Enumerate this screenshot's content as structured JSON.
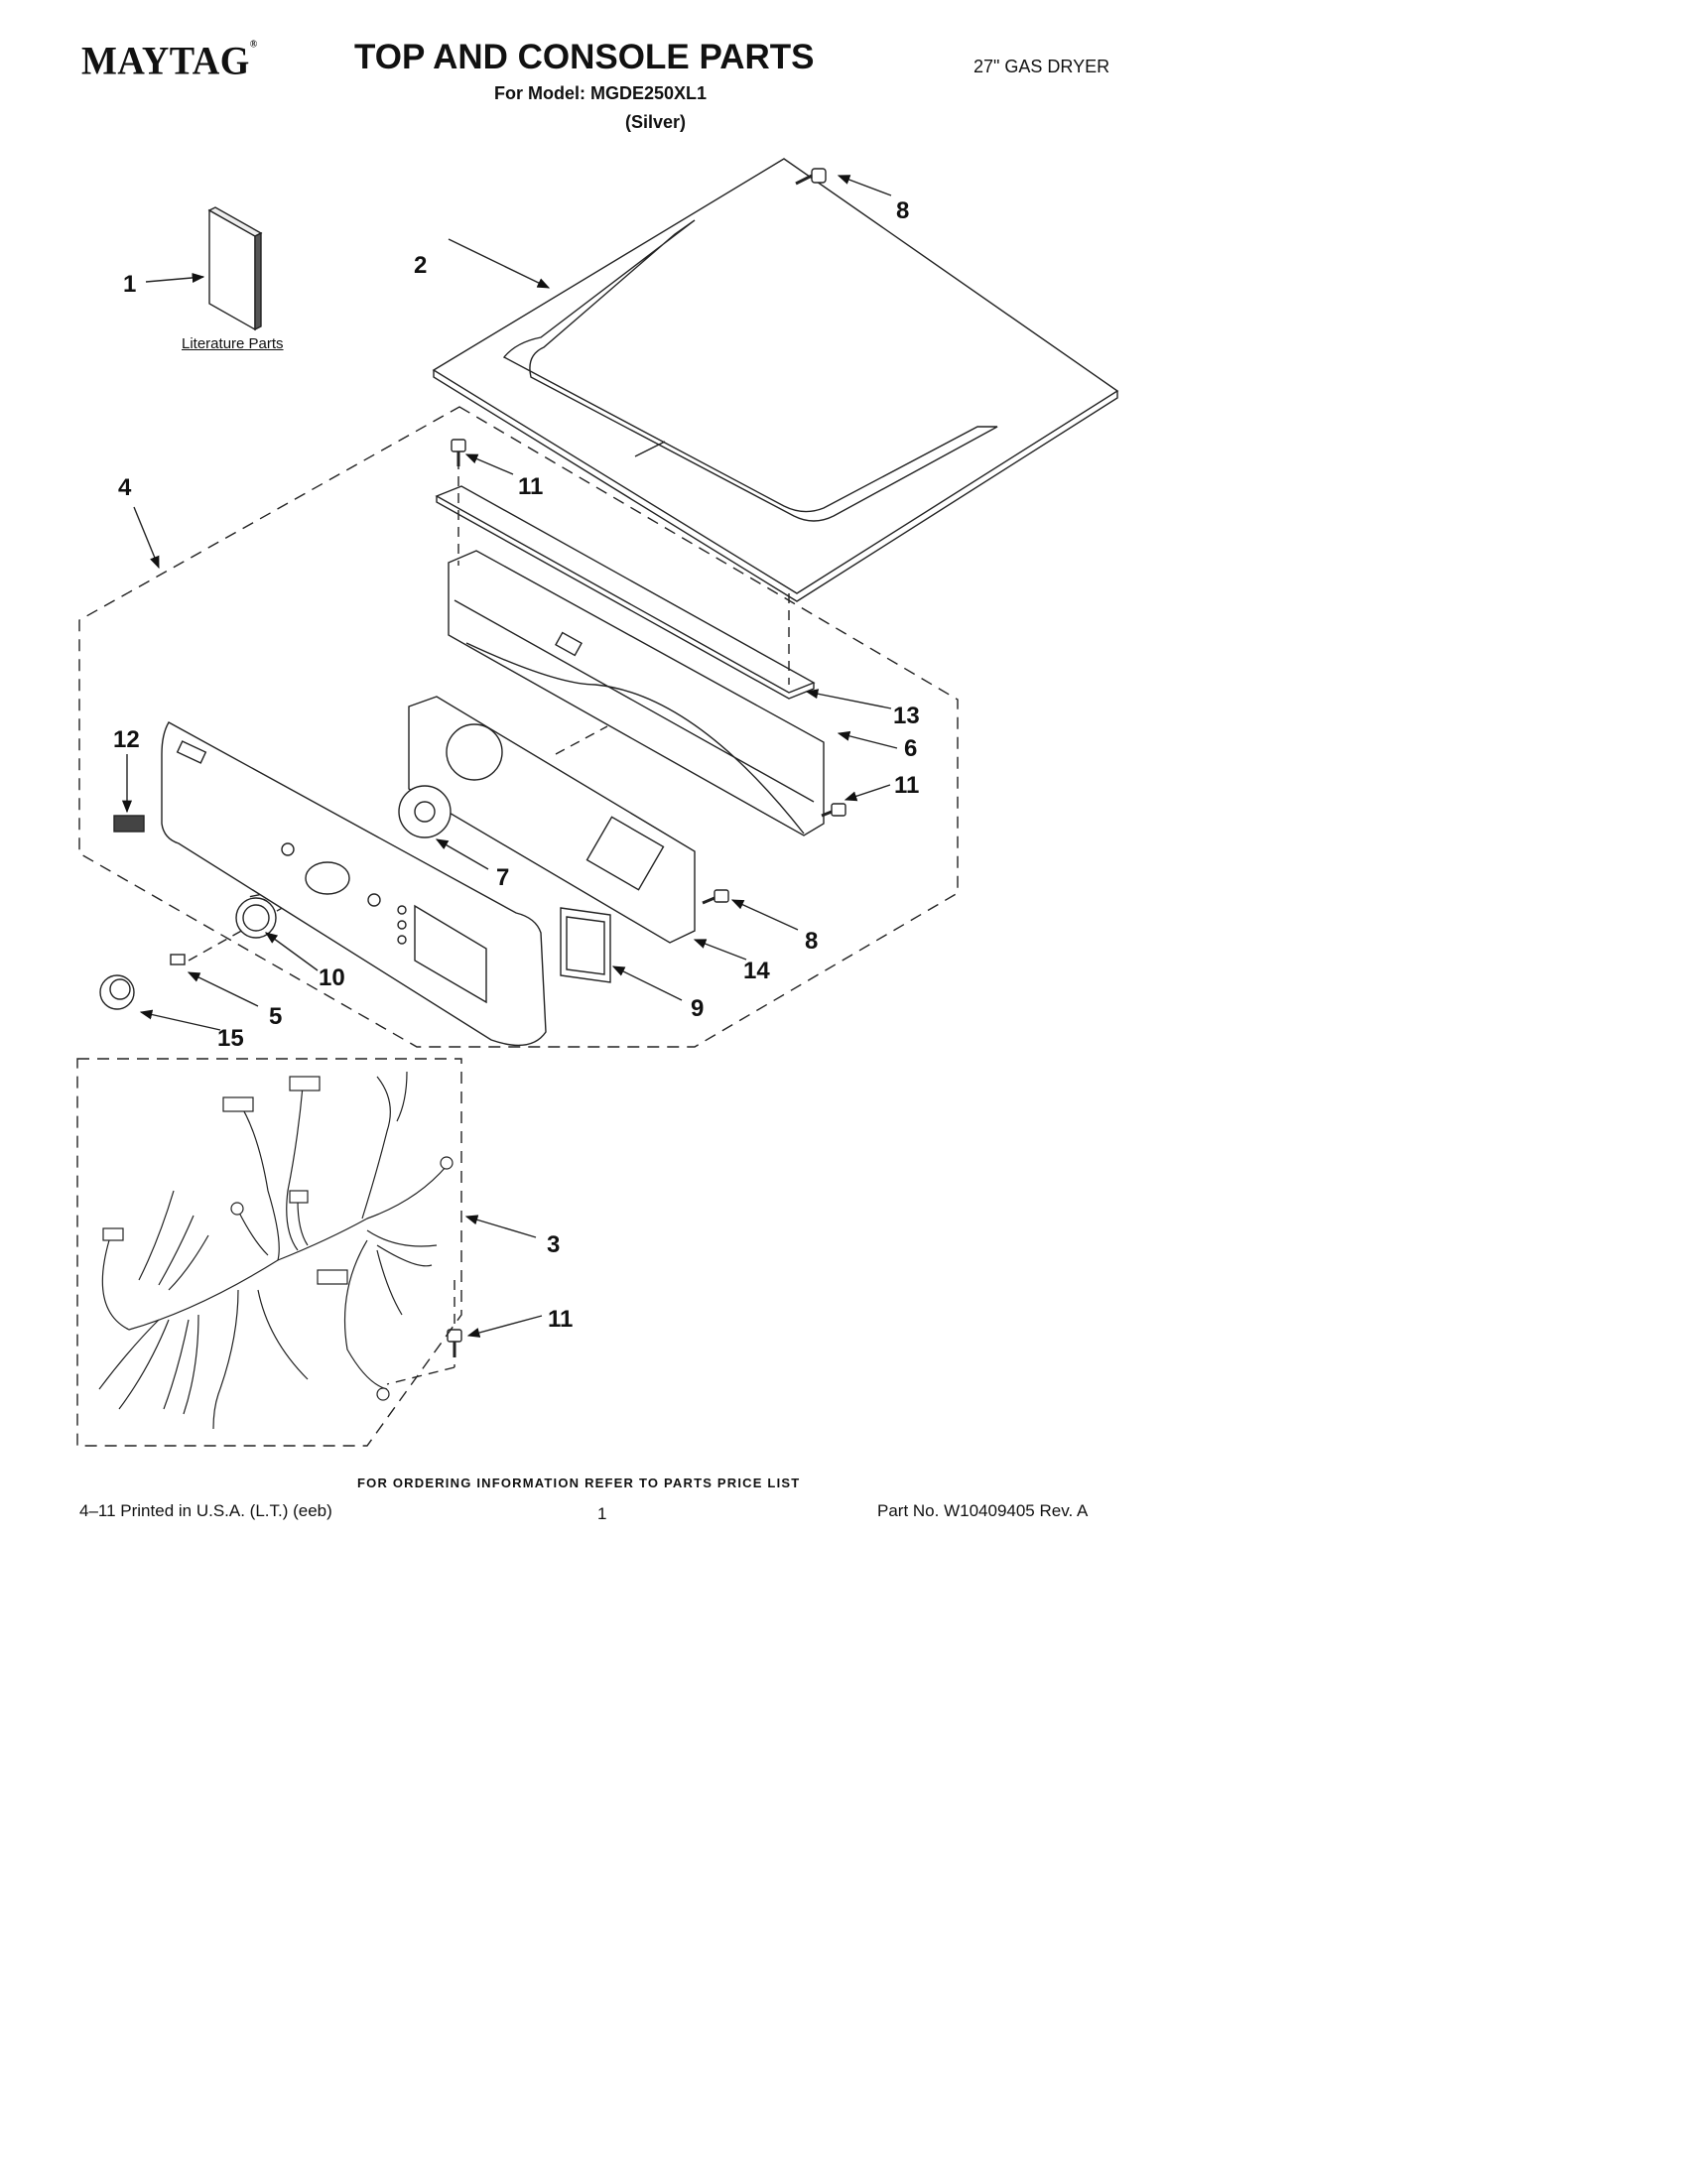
{
  "header": {
    "brand": "MAYTAG",
    "title": "TOP AND CONSOLE PARTS",
    "model_line": "For Model: MGDE250XL1",
    "variant": "(Silver)",
    "product": "27\" GAS DRYER"
  },
  "diagram": {
    "literature_label": "Literature Parts",
    "callouts": [
      "1",
      "2",
      "3",
      "4",
      "5",
      "6",
      "7",
      "8",
      "8",
      "9",
      "10",
      "11",
      "11",
      "11",
      "12",
      "13",
      "14",
      "15"
    ]
  },
  "footer": {
    "ordering_note": "FOR ORDERING INFORMATION REFER TO PARTS PRICE LIST",
    "print_info": "4–11 Printed in U.S.A. (L.T.) (eeb)",
    "page_number": "1",
    "part_number": "Part No. W10409405 Rev. A"
  }
}
